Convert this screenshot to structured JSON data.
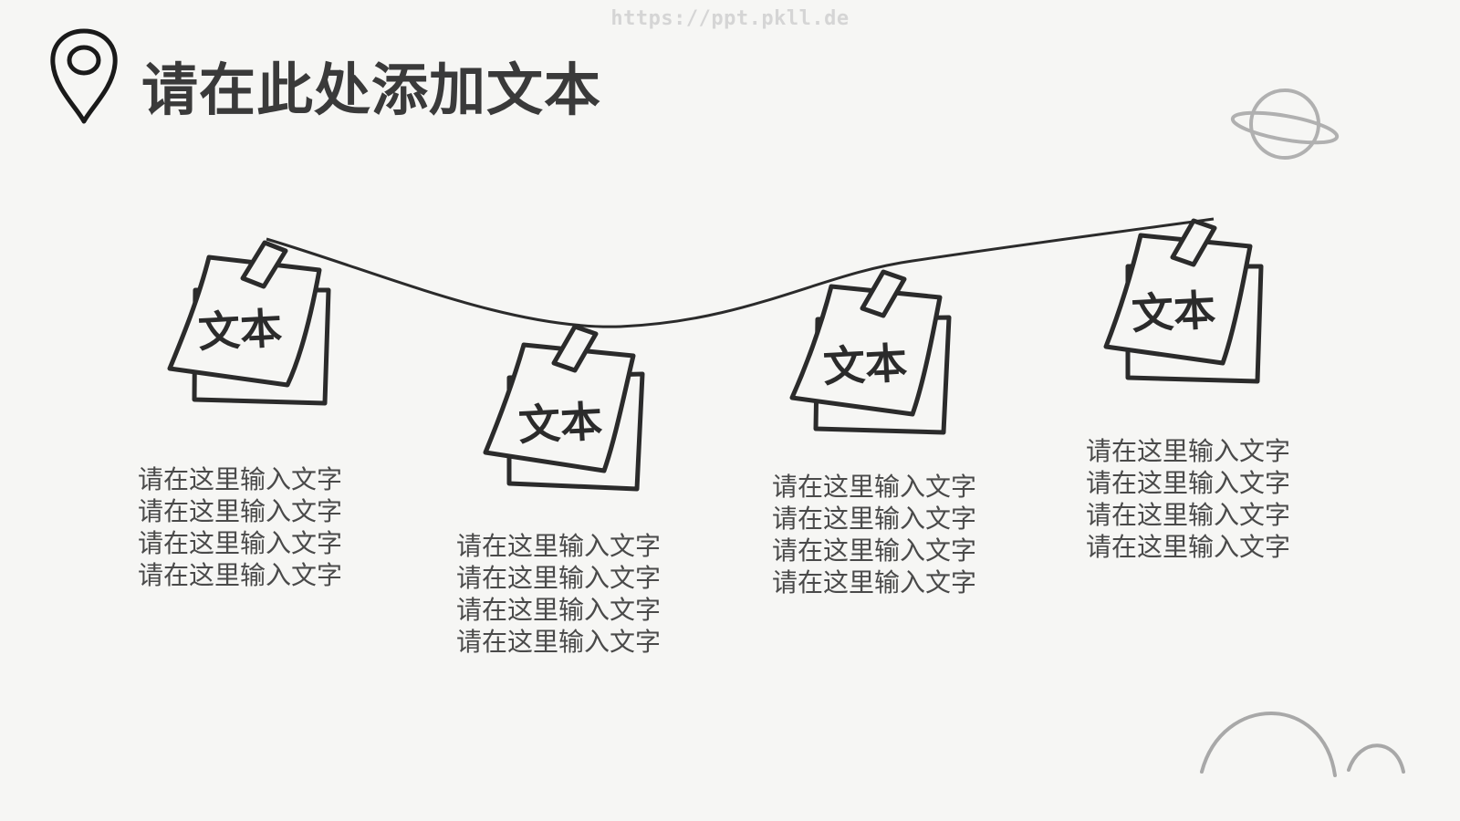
{
  "watermark": "https://ppt.pkll.de",
  "title": "请在此处添加文本",
  "icons": {
    "pin": "map-pin-icon",
    "planet": "planet-icon",
    "hills": "hill-arcs"
  },
  "colors": {
    "background": "#f6f6f4",
    "ink": "#2b2b2b",
    "title": "#3a3a3a",
    "body_text": "#4a4a4a",
    "watermark": "#d5d5d5",
    "decoration": "#b0b0b0"
  },
  "notes": [
    {
      "label": "文本",
      "lines": [
        "请在这里输入文字",
        "请在这里输入文字",
        "请在这里输入文字",
        "请在这里输入文字"
      ]
    },
    {
      "label": "文本",
      "lines": [
        "请在这里输入文字",
        "请在这里输入文字",
        "请在这里输入文字",
        "请在这里输入文字"
      ]
    },
    {
      "label": "文本",
      "lines": [
        "请在这里输入文字",
        "请在这里输入文字",
        "请在这里输入文字",
        "请在这里输入文字"
      ]
    },
    {
      "label": "文本",
      "lines": [
        "请在这里输入文字",
        "请在这里输入文字",
        "请在这里输入文字",
        "请在这里输入文字"
      ]
    }
  ]
}
